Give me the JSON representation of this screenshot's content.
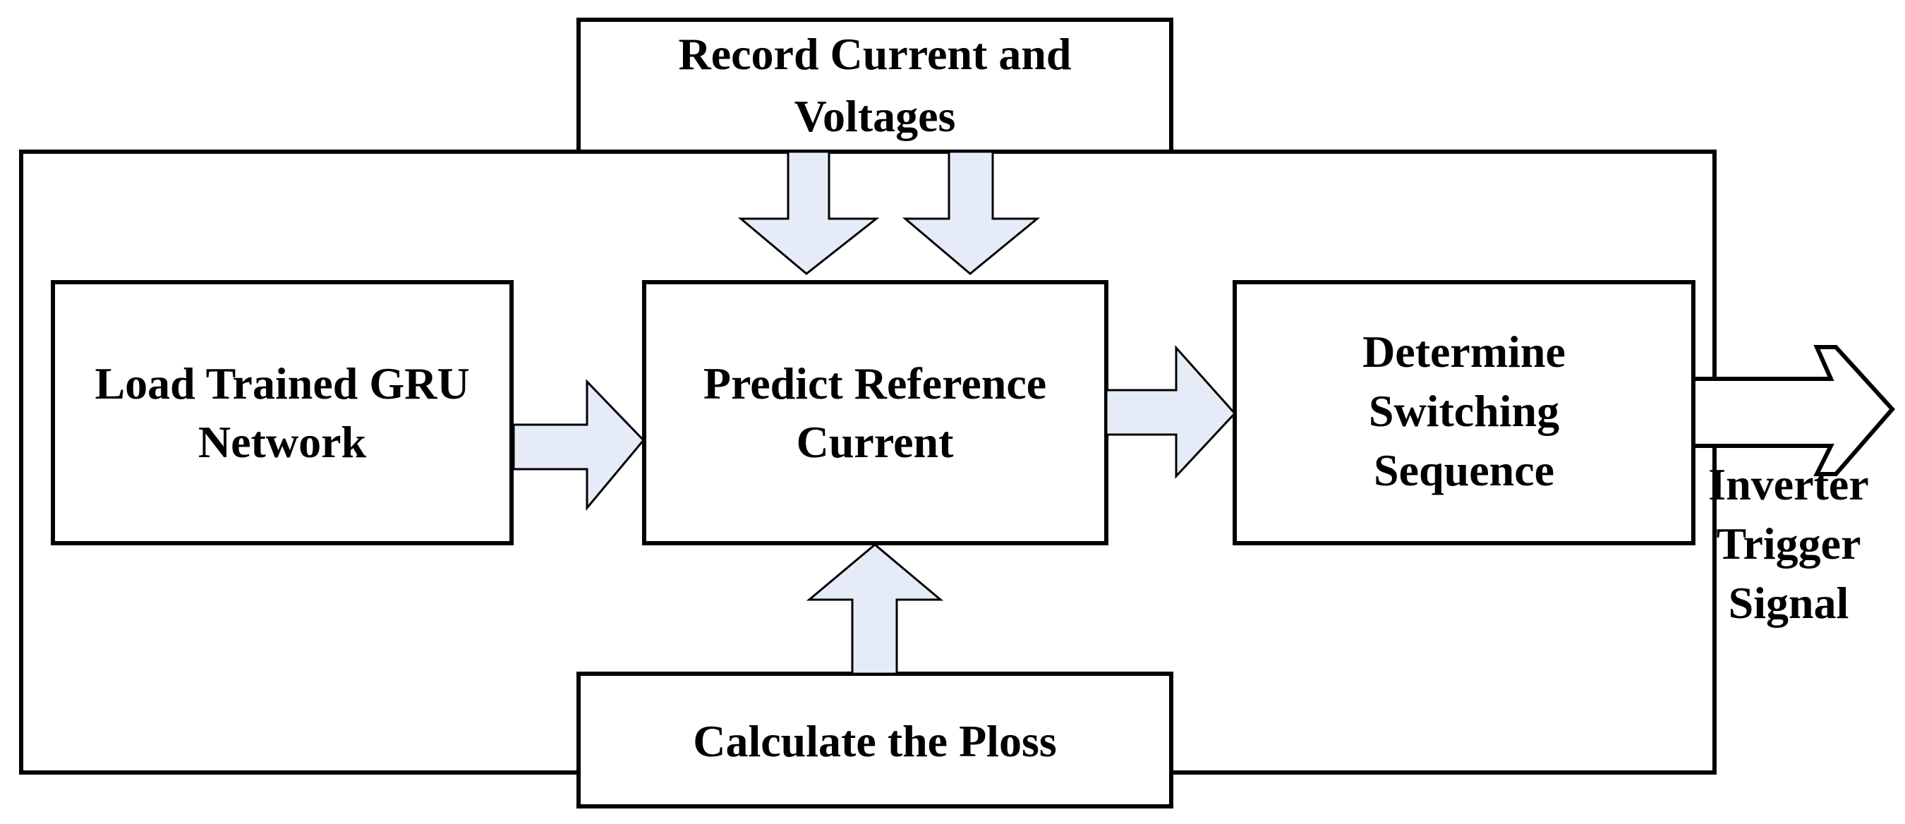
{
  "diagram": {
    "blocks": {
      "record": {
        "line1": "Record Current and",
        "line2": "Voltages"
      },
      "load_gru": {
        "line1": "Load Trained GRU",
        "line2": "Network"
      },
      "predict": {
        "line1": "Predict Reference",
        "line2": "Current"
      },
      "determine": {
        "line1": "Determine",
        "line2": "Switching",
        "line3": "Sequence"
      },
      "ploss": {
        "line1": "Calculate the Ploss"
      }
    },
    "output": {
      "line1": "Inverter",
      "line2": "Trigger",
      "line3": "Signal"
    },
    "colors": {
      "arrow_fill": "#e6ecf7",
      "stroke": "#000000",
      "background": "#ffffff"
    }
  }
}
